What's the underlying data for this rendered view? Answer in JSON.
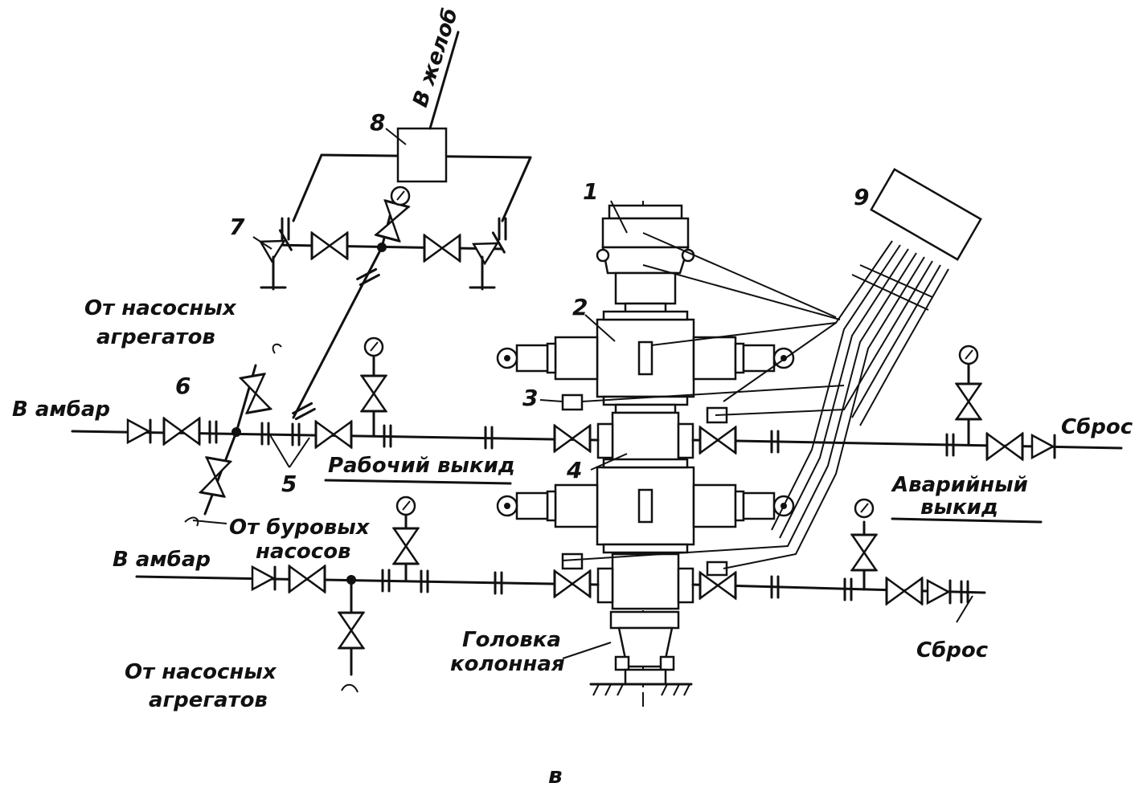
{
  "labels": {
    "to_trough": "В желоб",
    "from_pump_units_top_line1": "От насосных",
    "from_pump_units_top_line2": "агрегатов",
    "to_pit_top": "В амбар",
    "to_pit_bottom": "В амбар",
    "working_outlet": "Рабочий выкид",
    "emergency_outlet_line1": "Аварийный",
    "emergency_outlet_line2": "выкид",
    "discharge_top": "Сброс",
    "discharge_bottom": "Сброс",
    "from_drilling_pumps_line1": "От буровых",
    "from_drilling_pumps_line2": "насосов",
    "from_pump_units_bottom_line1": "От насосных",
    "from_pump_units_bottom_line2": "агрегатов",
    "casing_head_line1": "Головка",
    "casing_head_line2": "колонная",
    "figure_letter": "в"
  },
  "callouts": {
    "n1": "1",
    "n2": "2",
    "n3": "3",
    "n4": "4",
    "n5": "5",
    "n6": "6",
    "n7": "7",
    "n8": "8",
    "n9": "9"
  }
}
